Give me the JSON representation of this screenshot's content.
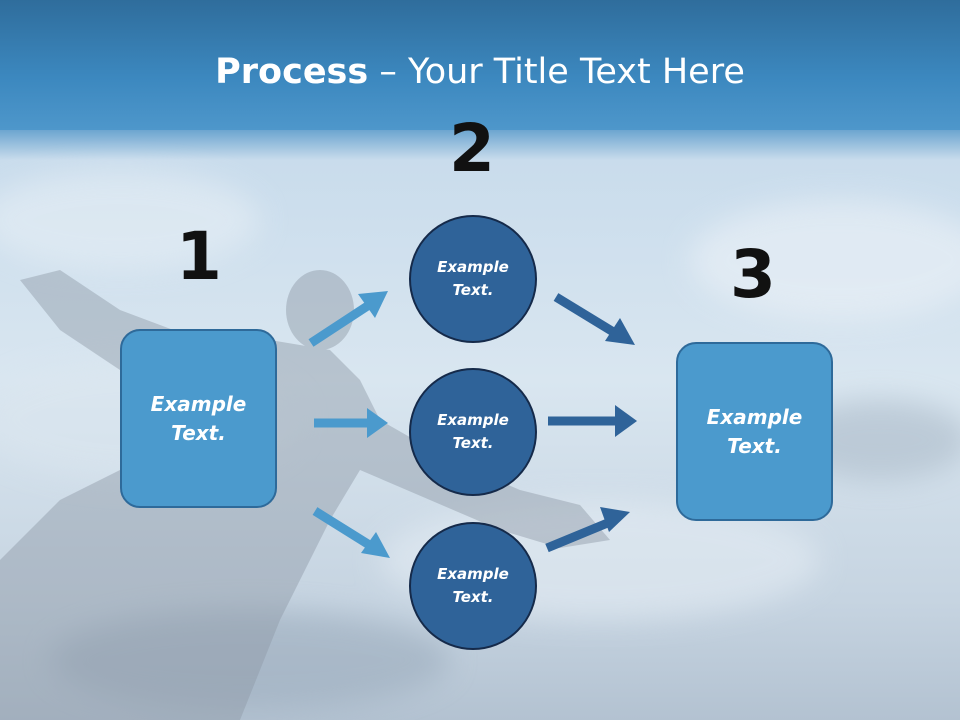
{
  "title": {
    "bold": "Process",
    "rest": " – Your Title Text Here"
  },
  "steps": [
    {
      "number": "1"
    },
    {
      "number": "2"
    },
    {
      "number": "3"
    }
  ],
  "left_box": {
    "text": "Example\nText."
  },
  "right_box": {
    "text": "Example\nText."
  },
  "circles": [
    {
      "text": "Example\nText."
    },
    {
      "text": "Example\nText."
    },
    {
      "text": "Example\nText."
    }
  ],
  "colors": {
    "header": "#3c88bf",
    "box_fill": "#4b9acd",
    "circle_fill": "#2f6399",
    "arrow_light": "#4b9acd",
    "arrow_dark": "#2f6399"
  }
}
